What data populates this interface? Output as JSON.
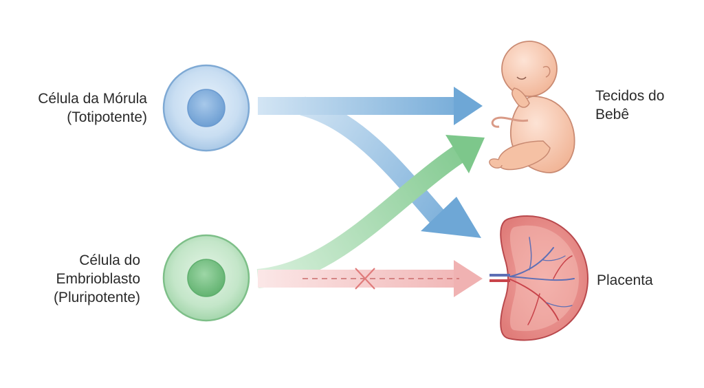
{
  "cells": {
    "morula": {
      "line1": "Célula da Mórula",
      "line2": "(Totipotente)"
    },
    "embryoblast": {
      "line1": "Célula do",
      "line2": "Embrioblasto",
      "line3": "(Pluripotente)"
    }
  },
  "targets": {
    "baby": {
      "line1": "Tecidos do",
      "line2": "Bebê"
    },
    "placenta": {
      "line1": "Placenta"
    }
  },
  "colors": {
    "morula_blue": "#8fb9de",
    "embryoblast_green": "#8fcf9a",
    "blocked_red": "#f2b9b9",
    "embryo_skin": "#f6c3a8",
    "placenta_red": "#d9585b"
  }
}
